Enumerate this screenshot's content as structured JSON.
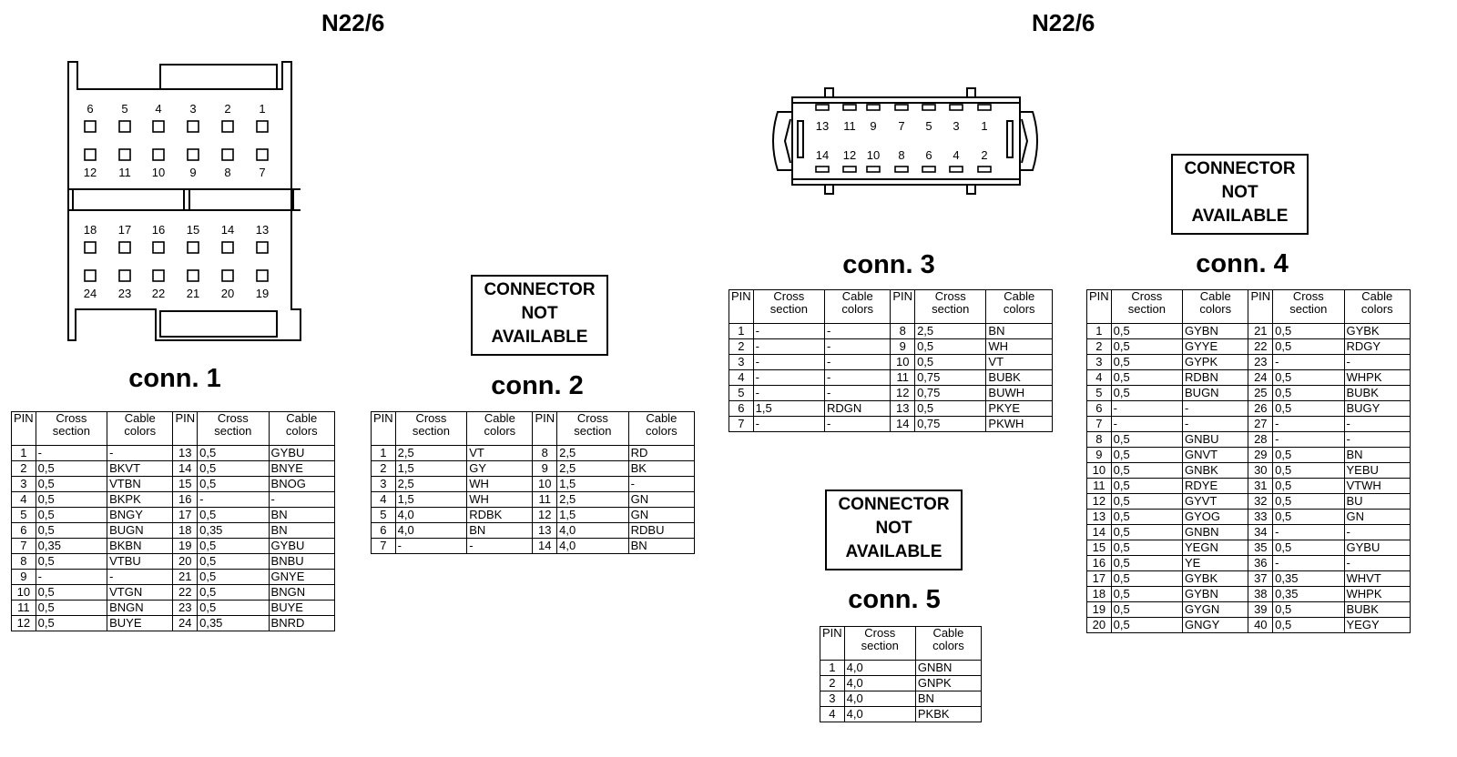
{
  "titles": [
    "N22/6",
    "N22/6"
  ],
  "headers": [
    "PIN",
    "Cross section",
    "Cable colors"
  ],
  "not_available": [
    "CONNECTOR",
    "NOT",
    "AVAILABLE"
  ],
  "connector1": {
    "top_row1": [
      "6",
      "5",
      "4",
      "3",
      "2",
      "1"
    ],
    "bottom_row1": [
      "12",
      "11",
      "10",
      "9",
      "8",
      "7"
    ],
    "top_row2": [
      "18",
      "17",
      "16",
      "15",
      "14",
      "13"
    ],
    "bottom_row2": [
      "24",
      "23",
      "22",
      "21",
      "20",
      "19"
    ]
  },
  "connector3": {
    "top_labels": [
      "13",
      "11",
      "9",
      "7",
      "5",
      "3",
      "1"
    ],
    "bottom_labels": [
      "14",
      "12",
      "10",
      "8",
      "6",
      "4",
      "2"
    ]
  },
  "conns": {
    "c1": {
      "title": "conn. 1",
      "rows": [
        [
          "1",
          "-",
          "-",
          "13",
          "0,5",
          "GYBU"
        ],
        [
          "2",
          "0,5",
          "BKVT",
          "14",
          "0,5",
          "BNYE"
        ],
        [
          "3",
          "0,5",
          "VTBN",
          "15",
          "0,5",
          "BNOG"
        ],
        [
          "4",
          "0,5",
          "BKPK",
          "16",
          "-",
          "-"
        ],
        [
          "5",
          "0,5",
          "BNGY",
          "17",
          "0,5",
          "BN"
        ],
        [
          "6",
          "0,5",
          "BUGN",
          "18",
          "0,35",
          "BN"
        ],
        [
          "7",
          "0,35",
          "BKBN",
          "19",
          "0,5",
          "GYBU"
        ],
        [
          "8",
          "0,5",
          "VTBU",
          "20",
          "0,5",
          "BNBU"
        ],
        [
          "9",
          "-",
          "-",
          "21",
          "0,5",
          "GNYE"
        ],
        [
          "10",
          "0,5",
          "VTGN",
          "22",
          "0,5",
          "BNGN"
        ],
        [
          "11",
          "0,5",
          "BNGN",
          "23",
          "0,5",
          "BUYE"
        ],
        [
          "12",
          "0,5",
          "BUYE",
          "24",
          "0,35",
          "BNRD"
        ]
      ]
    },
    "c2": {
      "title": "conn. 2",
      "rows": [
        [
          "1",
          "2,5",
          "VT",
          "8",
          "2,5",
          "RD"
        ],
        [
          "2",
          "1,5",
          "GY",
          "9",
          "2,5",
          "BK"
        ],
        [
          "3",
          "2,5",
          "WH",
          "10",
          "1,5",
          "-"
        ],
        [
          "4",
          "1,5",
          "WH",
          "11",
          "2,5",
          "GN"
        ],
        [
          "5",
          "4,0",
          "RDBK",
          "12",
          "1,5",
          "GN"
        ],
        [
          "6",
          "4,0",
          "BN",
          "13",
          "4,0",
          "RDBU"
        ],
        [
          "7",
          "-",
          "-",
          "14",
          "4,0",
          "BN"
        ]
      ]
    },
    "c3": {
      "title": "conn. 3",
      "rows": [
        [
          "1",
          "-",
          "-",
          "8",
          "2,5",
          "BN"
        ],
        [
          "2",
          "-",
          "-",
          "9",
          "0,5",
          "WH"
        ],
        [
          "3",
          "-",
          "-",
          "10",
          "0,5",
          "VT"
        ],
        [
          "4",
          "-",
          "-",
          "11",
          "0,75",
          "BUBK"
        ],
        [
          "5",
          "-",
          "-",
          "12",
          "0,75",
          "BUWH"
        ],
        [
          "6",
          "1,5",
          "RDGN",
          "13",
          "0,5",
          "PKYE"
        ],
        [
          "7",
          "-",
          "-",
          "14",
          "0,75",
          "PKWH"
        ]
      ]
    },
    "c4": {
      "title": "conn. 4",
      "rows": [
        [
          "1",
          "0,5",
          "GYBN",
          "21",
          "0,5",
          "GYBK"
        ],
        [
          "2",
          "0,5",
          "GYYE",
          "22",
          "0,5",
          "RDGY"
        ],
        [
          "3",
          "0,5",
          "GYPK",
          "23",
          "-",
          "-"
        ],
        [
          "4",
          "0,5",
          "RDBN",
          "24",
          "0,5",
          "WHPK"
        ],
        [
          "5",
          "0,5",
          "BUGN",
          "25",
          "0,5",
          "BUBK"
        ],
        [
          "6",
          "-",
          "-",
          "26",
          "0,5",
          "BUGY"
        ],
        [
          "7",
          "-",
          "-",
          "27",
          "-",
          "-"
        ],
        [
          "8",
          "0,5",
          "GNBU",
          "28",
          "-",
          "-"
        ],
        [
          "9",
          "0,5",
          "GNVT",
          "29",
          "0,5",
          "BN"
        ],
        [
          "10",
          "0,5",
          "GNBK",
          "30",
          "0,5",
          "YEBU"
        ],
        [
          "11",
          "0,5",
          "RDYE",
          "31",
          "0,5",
          "VTWH"
        ],
        [
          "12",
          "0,5",
          "GYVT",
          "32",
          "0,5",
          "BU"
        ],
        [
          "13",
          "0,5",
          "GYOG",
          "33",
          "0,5",
          "GN"
        ],
        [
          "14",
          "0,5",
          "GNBN",
          "34",
          "-",
          "-"
        ],
        [
          "15",
          "0,5",
          "YEGN",
          "35",
          "0,5",
          "GYBU"
        ],
        [
          "16",
          "0,5",
          "YE",
          "36",
          "-",
          "-"
        ],
        [
          "17",
          "0,5",
          "GYBK",
          "37",
          "0,35",
          "WHVT"
        ],
        [
          "18",
          "0,5",
          "GYBN",
          "38",
          "0,35",
          "WHPK"
        ],
        [
          "19",
          "0,5",
          "GYGN",
          "39",
          "0,5",
          "BUBK"
        ],
        [
          "20",
          "0,5",
          "GNGY",
          "40",
          "0,5",
          "YEGY"
        ]
      ]
    },
    "c5": {
      "title": "conn. 5",
      "rows": [
        [
          "1",
          "4,0",
          "GNBN"
        ],
        [
          "2",
          "4,0",
          "GNPK"
        ],
        [
          "3",
          "4,0",
          "BN"
        ],
        [
          "4",
          "4,0",
          "PKBK"
        ]
      ]
    }
  }
}
